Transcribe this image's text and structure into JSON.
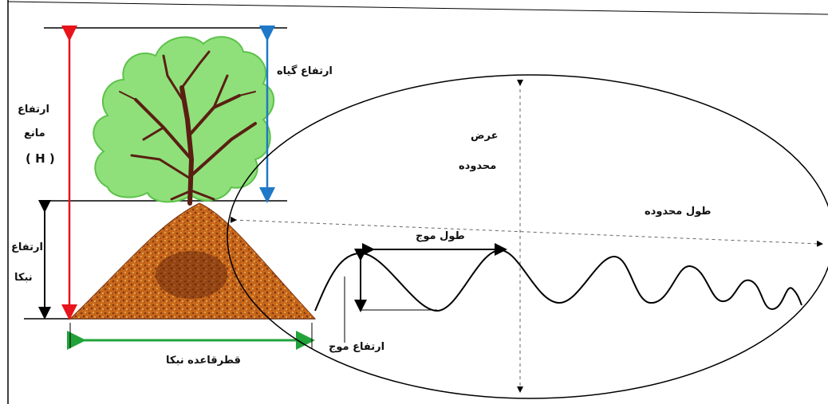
{
  "labels": {
    "plant_height": "ارتفاع گیاه",
    "barrier_height_1": "ارتفاع",
    "barrier_height_2": "مانع",
    "barrier_height_3": "( H )",
    "nebka_height_1": "ارتفاع",
    "nebka_height_2": "نبکا",
    "nebka_base_diameter": "قطرقاعده نبکا",
    "zone_width_1": "عرض",
    "zone_width_2": "محدوده",
    "zone_length": "طول محدوده",
    "wavelength": "طول موج",
    "wave_height": "ارتفاع موج"
  },
  "colors": {
    "barrier_arrow": "#e8131b",
    "plant_arrow": "#1f78c8",
    "base_arrow": "#22a33a",
    "foliage": "#8fe07a",
    "foliage_edge": "#5cc24a",
    "trunk": "#5a1f12",
    "mound": "#c96a1e",
    "mound_dark": "#7a3410"
  }
}
